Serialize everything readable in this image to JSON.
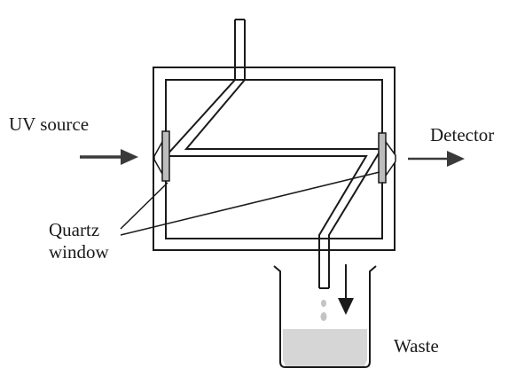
{
  "labels": {
    "uv_source": "UV source",
    "detector": "Detector",
    "quartz_window_line1": "Quartz",
    "quartz_window_line2": "window",
    "waste": "Waste"
  },
  "colors": {
    "stroke": "#1a1a1a",
    "arrow": "#3a3a3a",
    "window_fill": "#bdbdbd",
    "liquid_fill": "#d6d6d6",
    "drop_fill": "#c4c4c4",
    "background": "#ffffff"
  }
}
